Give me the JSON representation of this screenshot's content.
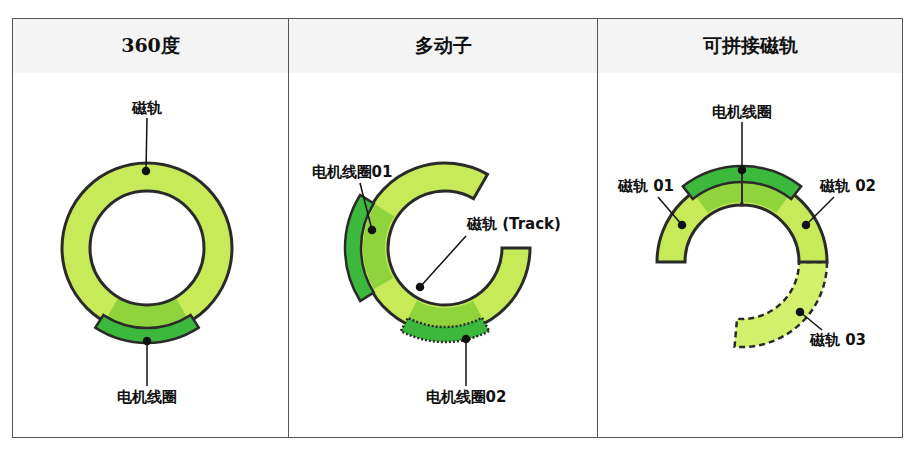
{
  "diagram": {
    "nodes": [
      {
        "text": [
          "360度"
        ]
      },
      {
        "text": [
          "多动子"
        ]
      },
      {
        "text": [
          "可拼接磁轨"
        ]
      }
    ],
    "labels": [
      "磁轨",
      "电机线圈",
      "电机线圈01",
      "磁轨 (Track)",
      "电机线圈02",
      "电机线圈",
      "磁轨 01",
      "磁轨 02",
      "磁轨 03"
    ]
  }
}
